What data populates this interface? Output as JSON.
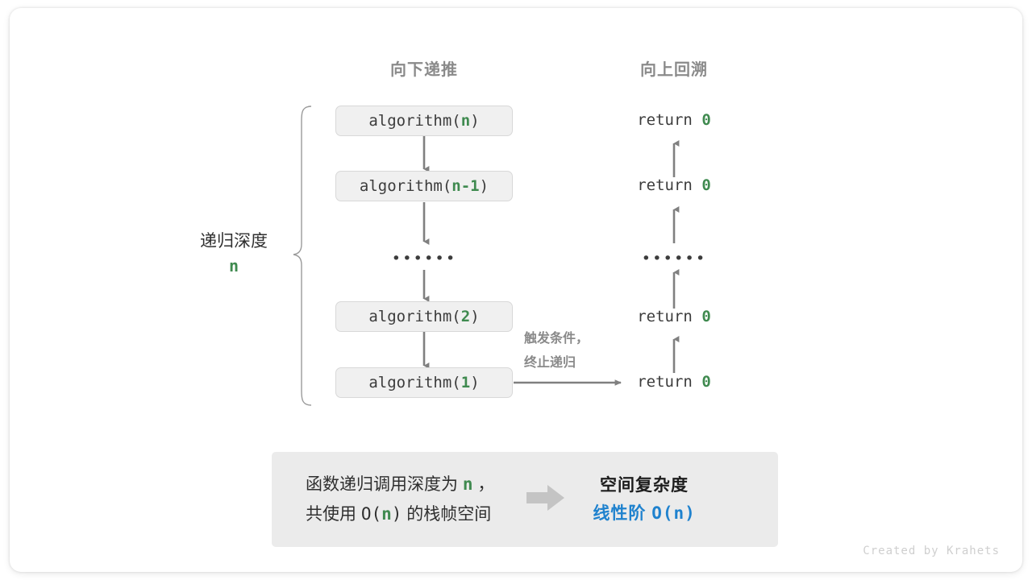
{
  "headers": {
    "descend": "向下递推",
    "ascend": "向上回溯"
  },
  "depth": {
    "label": "递归深度",
    "value": "n"
  },
  "call_stack": [
    {
      "prefix": "algorithm(",
      "arg": "n",
      "suffix": ")"
    },
    {
      "prefix": "algorithm(",
      "arg": "n-1",
      "suffix": ")"
    },
    {
      "prefix": "algorithm(",
      "arg": "2",
      "suffix": ")"
    },
    {
      "prefix": "algorithm(",
      "arg": "1",
      "suffix": ")"
    }
  ],
  "ellipsis": "••••••",
  "returns": [
    {
      "text": "return ",
      "zero": "0"
    },
    {
      "text": "return ",
      "zero": "0"
    },
    {
      "text": "return ",
      "zero": "0"
    },
    {
      "text": "return ",
      "zero": "0"
    }
  ],
  "trigger_note": {
    "line1": "触发条件，",
    "line2": "终止递归"
  },
  "summary": {
    "left_line1_a": "函数递归调用深度为 ",
    "left_line1_n": "n",
    "left_line1_b": " ，",
    "left_line2_a": "共使用 ",
    "left_line2_o": "O(",
    "left_line2_n": "n",
    "left_line2_c": ")",
    "left_line2_b": " 的栈帧空间",
    "arrow_icon": "right-block-arrow-icon",
    "right_title": "空间复杂度",
    "right_value_zh": "线性阶 ",
    "right_value_mono": "O(n)"
  },
  "credit": "Created by Krahets",
  "colors": {
    "green": "#3f8a4f",
    "blue": "#1f82ce",
    "gray_text": "#8a8a8a",
    "box_fill": "#f0f0f0",
    "panel_fill": "#ebebeb",
    "arrow": "#808080"
  }
}
